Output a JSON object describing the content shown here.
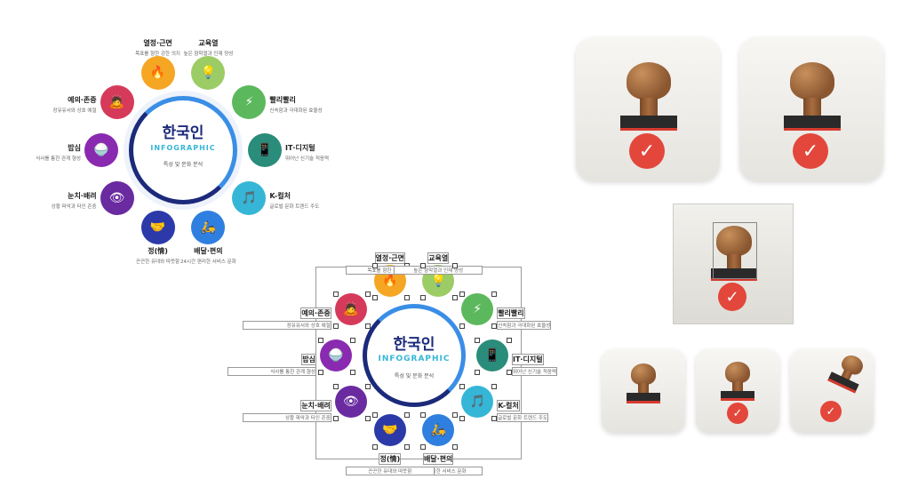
{
  "infographic": {
    "title": "한국인",
    "subtitle": "INFOGRAPHIC",
    "caption": "특성 및 문화 분석",
    "nodes": [
      {
        "title": "열정·근면",
        "desc": "목표를 향한 강한 의지",
        "color": "#f5a623",
        "icon": "fire-icon",
        "glyph": "🔥"
      },
      {
        "title": "교육열",
        "desc": "높은 향학열과 인재 양성",
        "color": "#9ccc65",
        "icon": "bulb-icon",
        "glyph": "💡"
      },
      {
        "title": "빨리빨리",
        "desc": "신속함과 극대화된 효율성",
        "color": "#5cb85c",
        "icon": "lightning-icon",
        "glyph": "⚡"
      },
      {
        "title": "IT·디지털",
        "desc": "뛰어난 신기술 적응력",
        "color": "#2a8c7a",
        "icon": "phone-icon",
        "glyph": "📱"
      },
      {
        "title": "K-컬처",
        "desc": "글로벌 문화 트렌드 주도",
        "color": "#35b6d6",
        "icon": "music-icon",
        "glyph": "🎵"
      },
      {
        "title": "배달·편의",
        "desc": "24시간 편리한 서비스 문화",
        "color": "#2f7fe0",
        "icon": "scooter-icon",
        "glyph": "🛵"
      },
      {
        "title": "정(情)",
        "desc": "끈끈한 유대와 따뜻함",
        "color": "#2b3aa8",
        "icon": "handshake-icon",
        "glyph": "🤝"
      },
      {
        "title": "눈치·배려",
        "desc": "상황 파악과 타인 존중",
        "color": "#6a2aa0",
        "icon": "eye-icon",
        "glyph": "👁"
      },
      {
        "title": "밥심",
        "desc": "식사를 통한 관계 형성",
        "color": "#8a2ab0",
        "icon": "rice-bowl-icon",
        "glyph": "🍚"
      },
      {
        "title": "예의·존중",
        "desc": "장유유서와 상호 예절",
        "color": "#d63a5a",
        "icon": "bow-icon",
        "glyph": "🙇"
      }
    ]
  },
  "stamp_icons": {
    "check_glyph": "✓"
  },
  "colors": {
    "ring_blue": "#3a8ee6",
    "ring_navy": "#1b2a7a",
    "stamp_red": "#e3463b"
  }
}
